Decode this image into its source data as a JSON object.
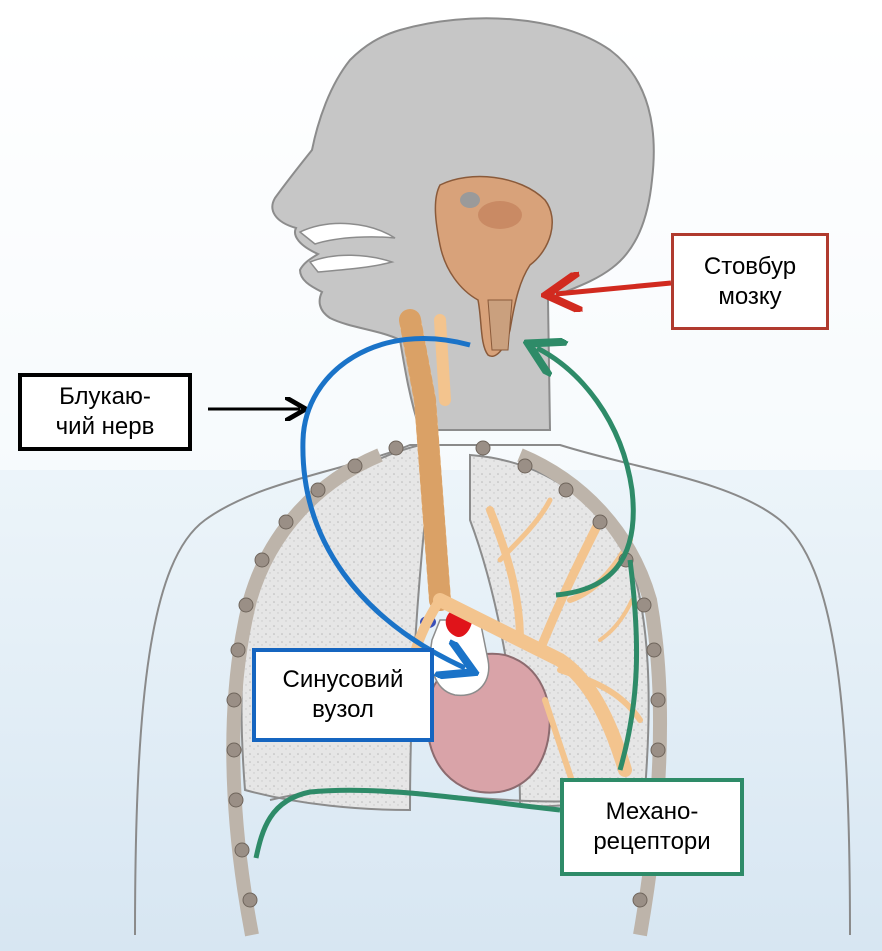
{
  "labels": {
    "brainstem": {
      "line1": "Стовбур",
      "line2": "мозку"
    },
    "vagus": {
      "line1": "Блукаю-",
      "line2": "чий нерв"
    },
    "sinus": {
      "line1": "Синусовий",
      "line2": "вузол"
    },
    "mechanoreceptors": {
      "line1": "Механо-",
      "line2": "рецептори"
    }
  },
  "colors": {
    "brainstem_arrow": "#d12a1f",
    "vagus_arrow": "#1a73c8",
    "mechano_arrow": "#2e8b68",
    "vagus_pointer": "#000000",
    "head_silhouette": "#c4c4c4",
    "lung": "#e2e2e2",
    "airway": "#f3c48e",
    "heart": "#d9a3a8"
  }
}
